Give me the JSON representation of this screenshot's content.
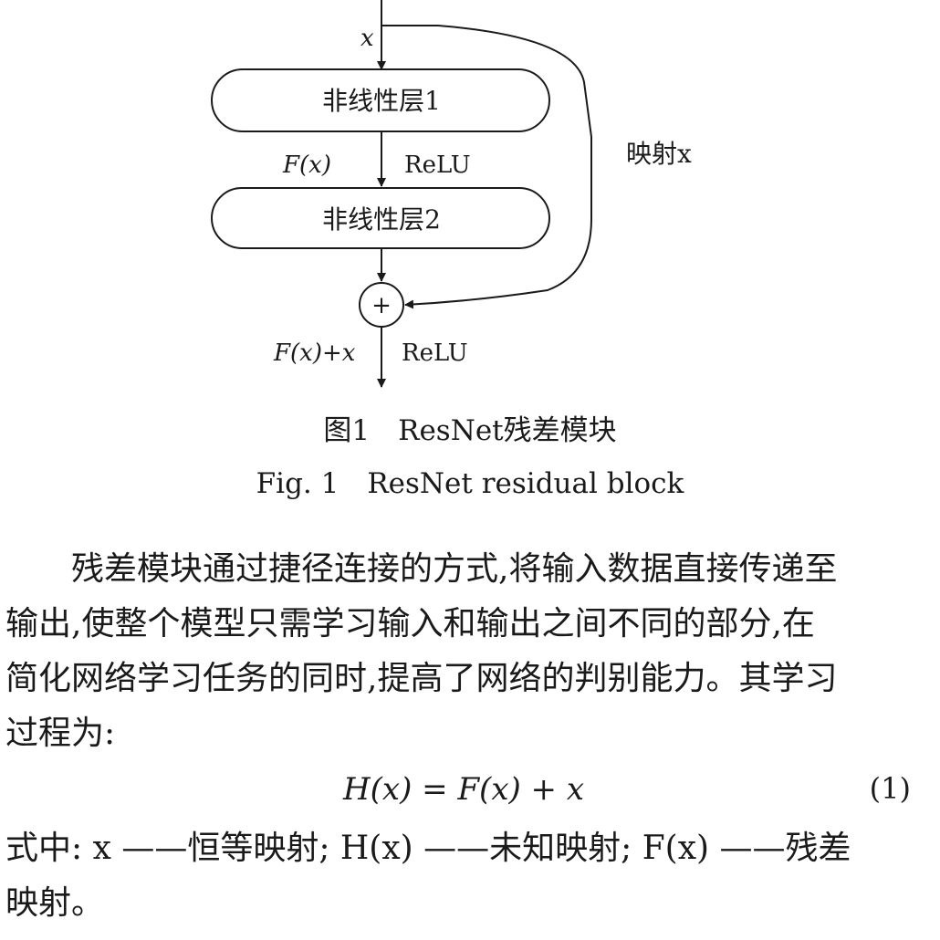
{
  "figure": {
    "input_label": "x",
    "layer1_label": "非线性层1",
    "layer2_label": "非线性层2",
    "fx_label": "F(x)",
    "relu1_label": "ReLU",
    "mapping_label": "映射x",
    "plus_symbol": "+",
    "sum_label": "F(x)+x",
    "relu2_label": "ReLU"
  },
  "caption": {
    "cn": "图1　ResNet残差模块",
    "en": "Fig. 1　ResNet residual block"
  },
  "body": {
    "lines": [
      "　　残差模块通过捷径连接的方式,将输入数据直接传递至",
      "输出,使整个模型只需学习输入和输出之间不同的部分,在",
      "简化网络学习任务的同时,提高了网络的判别能力。其学习",
      "过程为:"
    ],
    "equation": "H(x) = F(x) + x",
    "equation_number": "(1)",
    "where_lines": [
      "式中: x ——恒等映射; H(x) ——未知映射; F(x) ——残差",
      "映射。"
    ]
  }
}
